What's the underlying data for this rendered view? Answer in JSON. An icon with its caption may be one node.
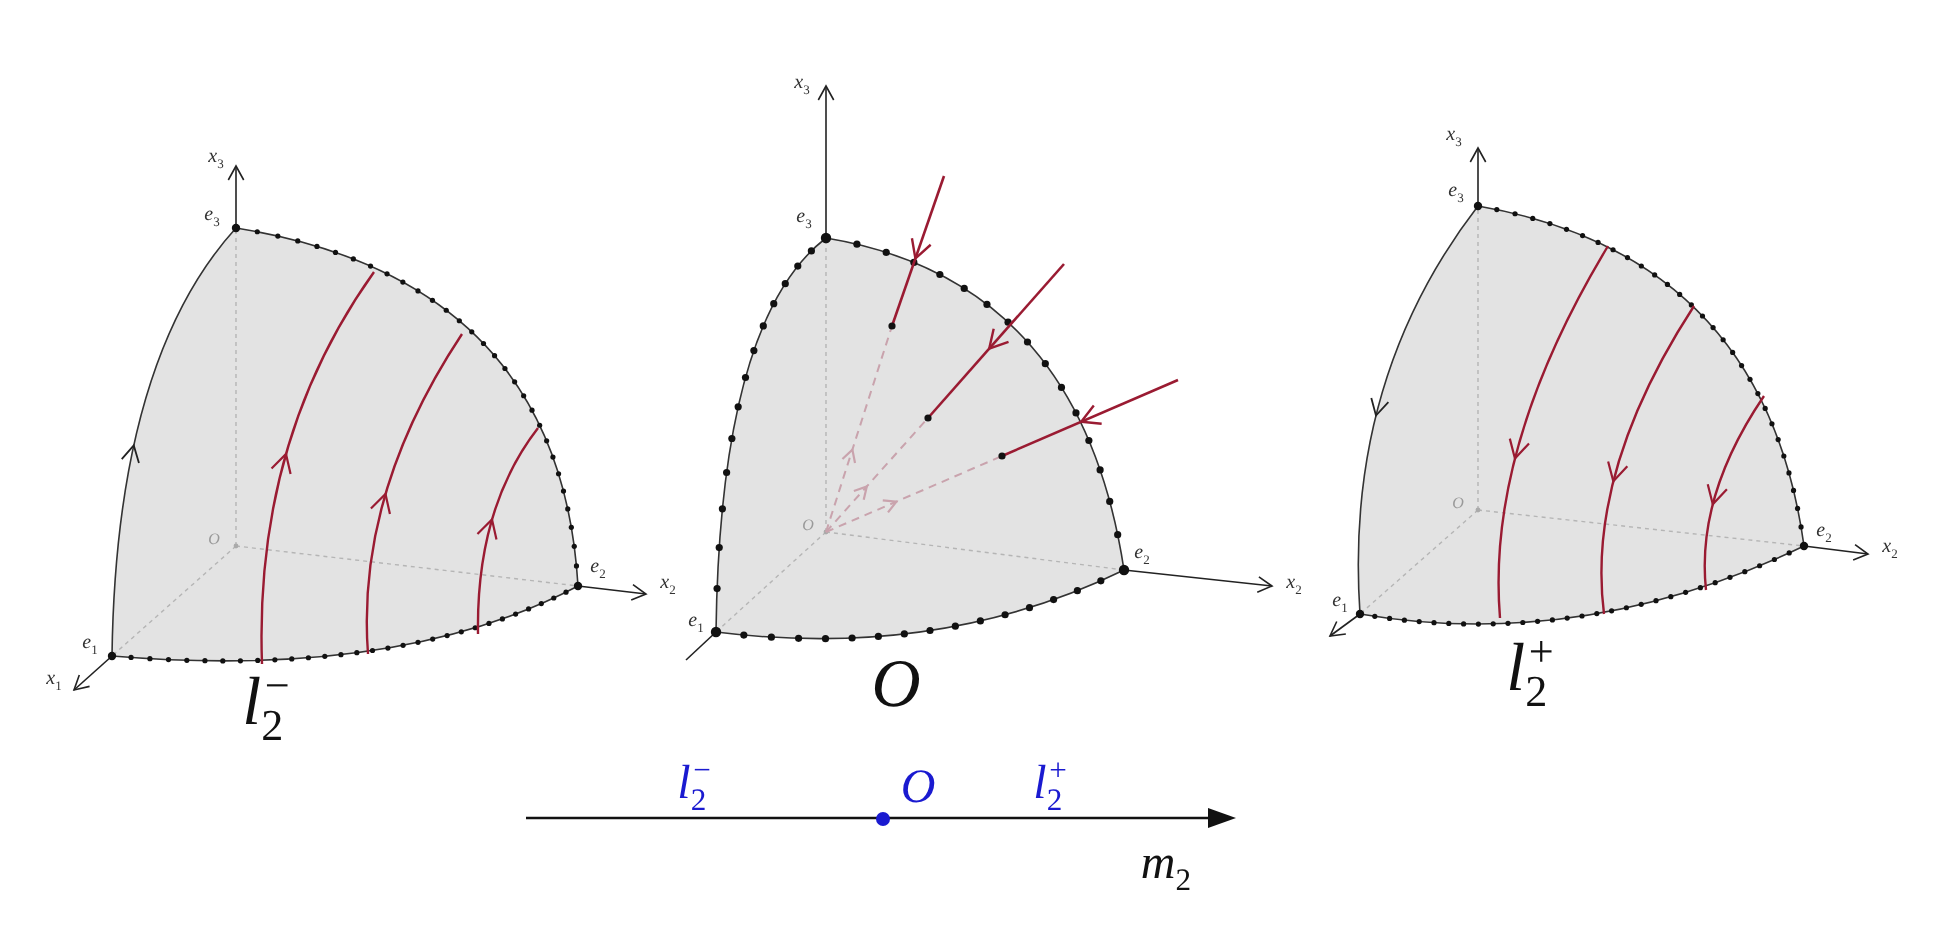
{
  "diagram": {
    "labels": [
      "x$_{3}$",
      "e$_{3}$",
      "O",
      "e$_{2}$",
      "x$_{2}$",
      "e$_{1}$",
      "x$_{1}$",
      "l$_{2}$$^{−}$",
      "x$_{3}$",
      "e$_{3}$",
      "O",
      "e$_{2}$",
      "x$_{2}$",
      "e$_{1}$",
      "O",
      "x$_{3}$",
      "e$_{3}$",
      "O",
      "e$_{2}$",
      "x$_{2}$",
      "e$_{1}$",
      "l$_{2}$$^{+}$",
      "l$_{2}$$^{−}$",
      "O",
      "l$_{2}$$^{+}$",
      "m$_{2}$"
    ]
  }
}
